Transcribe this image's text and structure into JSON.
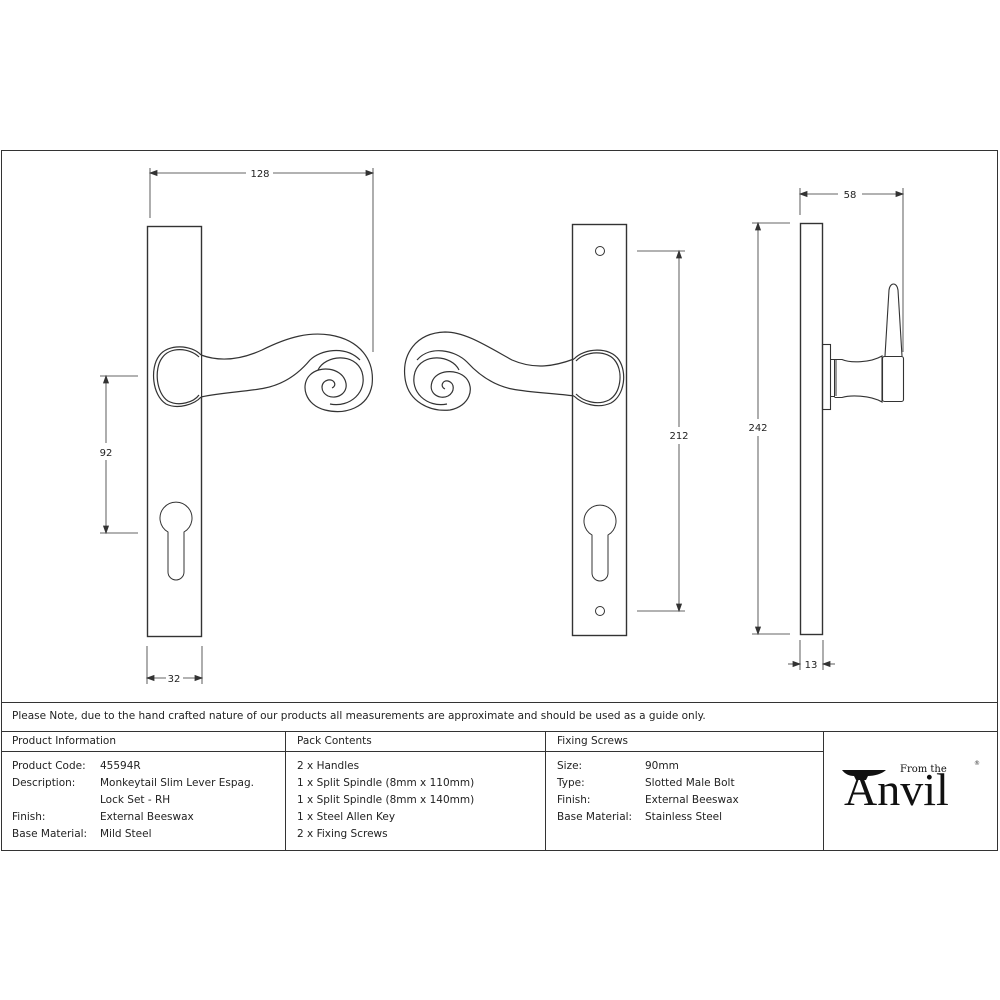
{
  "drawing": {
    "front_view": {
      "width_label": "128",
      "height_label": "92",
      "plate_width_label": "32"
    },
    "rear_view": {
      "height_label": "212"
    },
    "side_view": {
      "projection_label": "58",
      "height_label": "242",
      "thickness_label": "13"
    }
  },
  "note": "Please Note, due to the hand crafted nature of our products all measurements are approximate and should be used as a guide only.",
  "product_information": {
    "header": "Product Information",
    "rows": [
      {
        "key": "Product Code:",
        "value": "45594R"
      },
      {
        "key": "Description:",
        "value": "Monkeytail Slim Lever Espag."
      },
      {
        "key": "",
        "value": "Lock Set - RH"
      },
      {
        "key": "Finish:",
        "value": "External Beeswax"
      },
      {
        "key": "Base Material:",
        "value": "Mild Steel"
      }
    ]
  },
  "pack_contents": {
    "header": "Pack Contents",
    "items": [
      "2 x Handles",
      "1 x Split Spindle (8mm x 110mm)",
      "1 x Split Spindle (8mm x 140mm)",
      "1 x Steel Allen Key",
      "2 x Fixing Screws"
    ]
  },
  "fixing_screws": {
    "header": "Fixing Screws",
    "rows": [
      {
        "key": "Size:",
        "value": "90mm"
      },
      {
        "key": "Type:",
        "value": "Slotted Male Bolt"
      },
      {
        "key": "Finish:",
        "value": "External Beeswax"
      },
      {
        "key": "Base Material:",
        "value": "Stainless Steel"
      }
    ]
  },
  "logo": {
    "from_text": "From the",
    "word": "Anvil",
    "registered": "®"
  }
}
